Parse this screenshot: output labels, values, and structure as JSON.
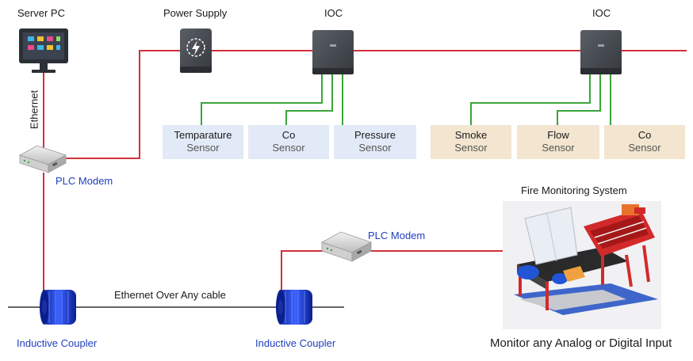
{
  "labels": {
    "server_pc": "Server PC",
    "power_supply": "Power Supply",
    "ioc_1": "IOC",
    "ioc_2": "IOC",
    "ethernet": "Ethernet",
    "plc_modem_1": "PLC Modem",
    "plc_modem_2": "PLC Modem",
    "fire_monitoring": "Fire Monitoring System",
    "ethernet_over_cable": "Ethernet Over Any cable",
    "inductive_coupler_1": "Inductive Coupler",
    "inductive_coupler_2": "Inductive Coupler",
    "monitor_caption": "Monitor any Analog or Digital Input"
  },
  "sensors": [
    {
      "name": "Temparature",
      "type": "Sensor"
    },
    {
      "name": "Co",
      "type": "Sensor"
    },
    {
      "name": "Pressure",
      "type": "Sensor"
    },
    {
      "name": "Smoke",
      "type": "Sensor"
    },
    {
      "name": "Flow",
      "type": "Sensor"
    },
    {
      "name": "Co",
      "type": "Sensor"
    }
  ],
  "colors": {
    "power_line": "#d2303a",
    "sensor_line": "#3aa53a",
    "cable_line": "#333333",
    "label_blue": "#1f3fbf",
    "sensor_blue_bg": "#e3eaf7",
    "sensor_tan_bg": "#f3e5cf"
  },
  "icons": [
    "monitor-icon",
    "power-supply-icon",
    "ioc-device-icon",
    "plc-modem-icon",
    "inductive-coupler-icon",
    "conveyor-machine-icon"
  ]
}
